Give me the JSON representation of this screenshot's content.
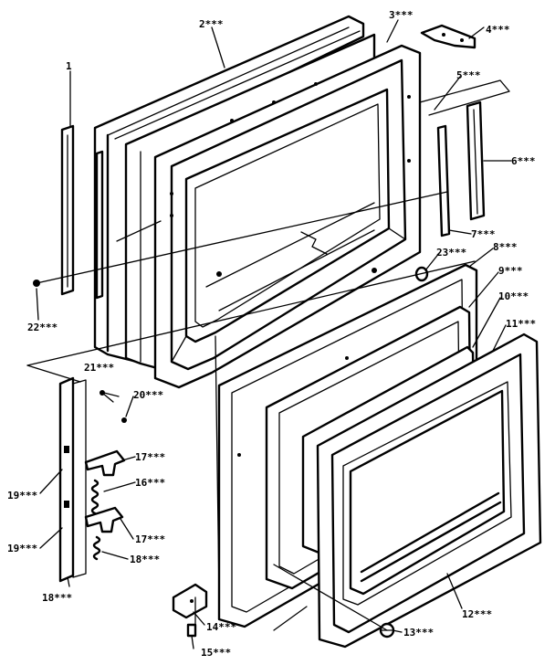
{
  "diagram": {
    "callouts": [
      {
        "id": "c1",
        "text": "1"
      },
      {
        "id": "c2",
        "text": "2***"
      },
      {
        "id": "c3",
        "text": "3***"
      },
      {
        "id": "c4",
        "text": "4***"
      },
      {
        "id": "c5",
        "text": "5***"
      },
      {
        "id": "c6",
        "text": "6***"
      },
      {
        "id": "c7",
        "text": "7***"
      },
      {
        "id": "c8",
        "text": "8***"
      },
      {
        "id": "c9",
        "text": "9***"
      },
      {
        "id": "c10",
        "text": "10***"
      },
      {
        "id": "c11",
        "text": "11***"
      },
      {
        "id": "c12",
        "text": "12***"
      },
      {
        "id": "c13",
        "text": "13***"
      },
      {
        "id": "c14",
        "text": "14***"
      },
      {
        "id": "c15",
        "text": "15***"
      },
      {
        "id": "c16",
        "text": "16***"
      },
      {
        "id": "c17a",
        "text": "17***"
      },
      {
        "id": "c17b",
        "text": "17***"
      },
      {
        "id": "c18a",
        "text": "18***"
      },
      {
        "id": "c18b",
        "text": "18***"
      },
      {
        "id": "c19a",
        "text": "19***"
      },
      {
        "id": "c19b",
        "text": "19***"
      },
      {
        "id": "c20",
        "text": "20***"
      },
      {
        "id": "c21",
        "text": "21***"
      },
      {
        "id": "c22",
        "text": "22***"
      },
      {
        "id": "c23",
        "text": "23***"
      }
    ]
  }
}
